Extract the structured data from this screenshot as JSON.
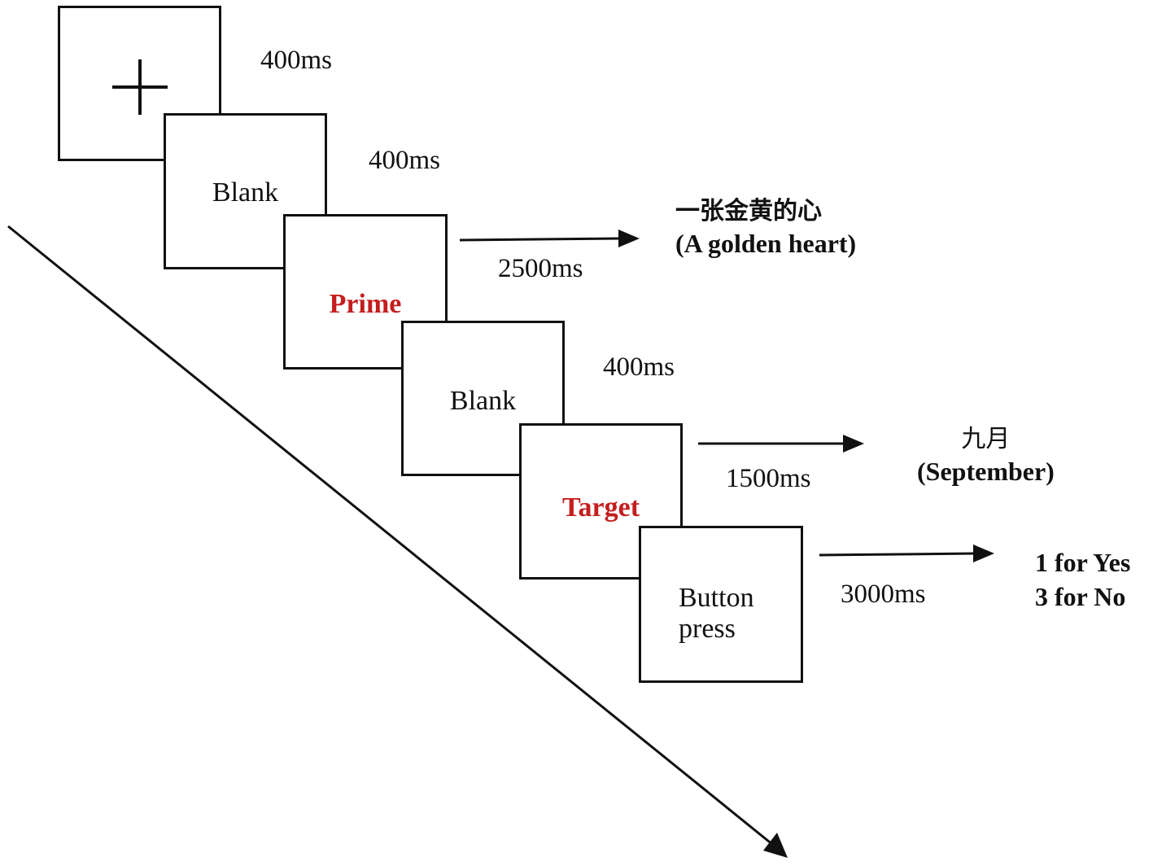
{
  "screens": {
    "fixation": {
      "symbol": "+"
    },
    "blank1": {
      "label": "Blank"
    },
    "prime": {
      "label": "Prime"
    },
    "blank2": {
      "label": "Blank"
    },
    "target": {
      "label": "Target"
    },
    "response": {
      "label_line1": "Button",
      "label_line2": "press"
    }
  },
  "durations": {
    "fixation": "400ms",
    "blank1": "400ms",
    "prime": "2500ms",
    "blank2": "400ms",
    "target": "1500ms",
    "response": "3000ms"
  },
  "notes": {
    "prime": {
      "chinese": "一张金黄的心",
      "english": "(A golden heart)"
    },
    "target": {
      "chinese": "九月",
      "english": "(September)"
    },
    "response": {
      "line1": "1 for Yes",
      "line2": "3 for No"
    }
  },
  "colors": {
    "frame": "#111111",
    "highlight": "#c41e1e"
  }
}
